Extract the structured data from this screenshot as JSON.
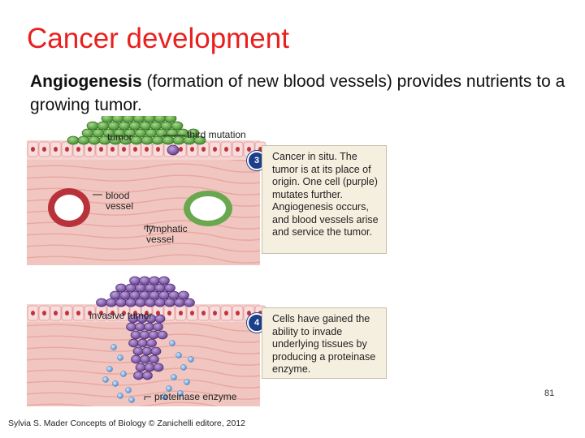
{
  "slide": {
    "title": "Cancer development",
    "intro_bold": "Angiogenesis",
    "intro_rest": " (formation of new blood vessels) provides nutrients to a growing tumor.",
    "page_number": "81",
    "credit": "Sylvia S. Mader Concepts of Biology © Zanichelli editore, 2012"
  },
  "figure": {
    "panel3": {
      "step": "3",
      "labels": {
        "tumor": "tumor",
        "third_mutation": "third mutation",
        "blood_vessel": "blood\nvessel",
        "lymphatic_vessel": "lymphatic\nvessel"
      },
      "caption": "Cancer in situ. The tumor is at its place of origin. One cell (purple) mutates further. Angiogenesis occurs, and blood vessels arise and service the tumor."
    },
    "panel4": {
      "step": "4",
      "labels": {
        "invasive_tumor": "invasive tumor",
        "proteinase_enzyme": "proteinase enzyme"
      },
      "caption": "Cells have gained the ability to invade underlying tissues by producing a proteinase enzyme."
    },
    "colors": {
      "tissue": "#f2c6c0",
      "tumor_green": "#5aa83c",
      "tumor_purple": "#7b4fa3",
      "blood_vessel": "#b8323c",
      "lymphatic_vessel": "#6aa84f",
      "enzyme": "#6fa8dc",
      "step_badge": "#1d3f8a",
      "title": "#e8201e"
    }
  }
}
